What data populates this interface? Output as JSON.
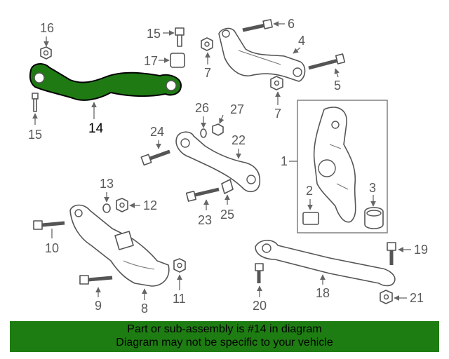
{
  "diagram": {
    "highlight_color": "#1e7d12",
    "callouts": {
      "c1": "1",
      "c2": "2",
      "c3": "3",
      "c4": "4",
      "c5": "5",
      "c6": "6",
      "c7a": "7",
      "c7b": "7",
      "c8": "8",
      "c9": "9",
      "c10": "10",
      "c11": "11",
      "c12": "12",
      "c13": "13",
      "c14": "14",
      "c15a": "15",
      "c15b": "15",
      "c16": "16",
      "c17": "17",
      "c18": "18",
      "c19": "19",
      "c20": "20",
      "c21": "21",
      "c22": "22",
      "c23": "23",
      "c24": "24",
      "c25": "25",
      "c26": "26",
      "c27": "27"
    }
  },
  "banner": {
    "line1": "Part or sub-assembly is #14 in diagram",
    "line2": "Diagram may not be specific to your vehicle"
  }
}
